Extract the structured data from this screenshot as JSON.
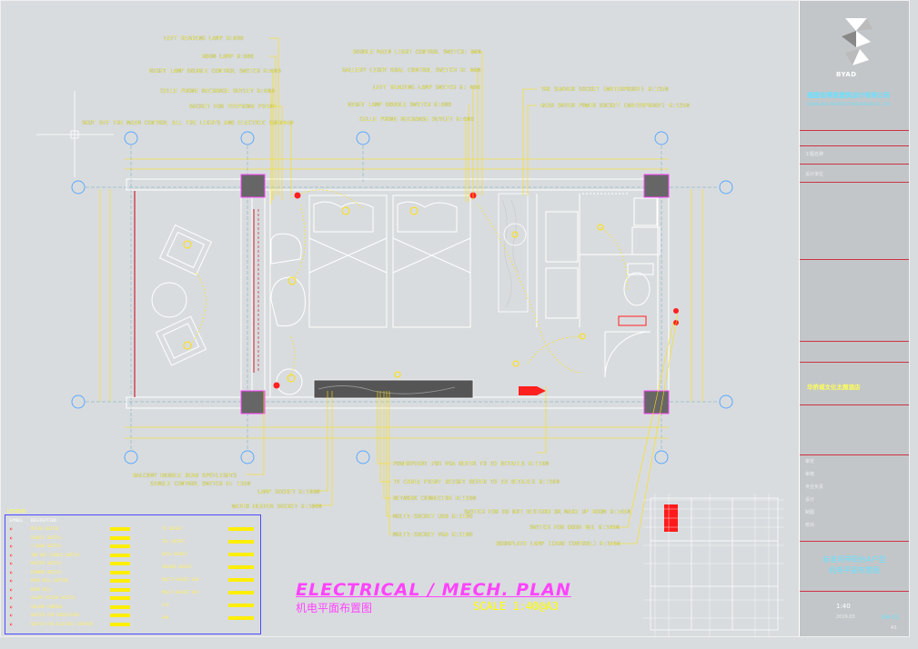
{
  "annotations_left": [
    "LEFT READING LAMP H:600",
    "ROOM LAMP H:600",
    "NIGHT LAMP DOUBLE CONTROL SWITCH H:600",
    "CELLE PHONE RECHARGE OUTLET H:600",
    "SOCKET FOR TEEPHONE POINT",
    "SHUT OFF THE MAIN CONTROL ALL THE LIGHTS AND ELECTRIC CURTAIN"
  ],
  "annotations_mid": [
    "DOUBLE MAIN LIGHT CONTROL SWITCH: 600",
    "GALLERY LIGHT DUAL CONTROL SWITCH H: 600",
    "LEFT READING LAMP SWITCH H: 600",
    "NIGHT LAMP DOUBLE SWITCH H:600",
    "CELLE PHONE RECHARGE OUTLET H:600"
  ],
  "annotations_right": [
    "THE SHAVER SOCKET (WATERPROOF) H:1350",
    "HAIR DRYER POWER SOCKET (WATERPROOF) H:1350"
  ],
  "annotations_bottom_left": [
    "BALCONY DOUBLE HEAD SPOTLIGHTS",
    "SINGLE CONTROL SWITCH H: 1350"
  ],
  "annotations_bottom_lamp": [
    "LAMP SOCKET H:1000",
    "WATER HEATER SOCKET H:1000"
  ],
  "annotations_bottom_mid": [
    "POWERPOINT FOR  VGA  REFER TO ID DETAILS H:1100",
    "TV CABLE POINT HEIGHT  REFER TO ID DETAILS H:1100",
    "NETWORK CONNECTOR H:1100",
    "MULTI-SOCKET USB H:1100",
    "MULTI-SOCKET VGA H:1100"
  ],
  "annotations_bottom_right": [
    "SWITCH FOR DO NOT DISTURB OR MAKE UP ROOM H:1450",
    "SWITCH FOR DOOR BEL  H:1450",
    "DOORPLATE LAMP (CARD CONTROL) H:1450"
  ],
  "plan_title": {
    "en": "ELECTRICAL / MECH. PLAN",
    "cn": "机电平面布置图",
    "scale": "SCALE  1:40@A3"
  },
  "legend": {
    "header": "LEGEND",
    "col_symbol": "SYMBOL",
    "col_desc": "DESCRIPTION",
    "rows": [
      "MICRO SWITCH",
      "SINGLE SWITCH",
      "2 GANG SWITCH",
      "TWO WAY SINGLE SWITCH",
      "MASTER SWITCH",
      "DIMMER SWITCH",
      "DOOR BELL BUTTON",
      "DOOR BELL",
      "ALARM SYSTEM SWITCH",
      "VOLUME CONTROL",
      "SWITCH FOR INDICATING",
      "SWITCH FOR ELECTRIC CURTAIN"
    ],
    "rows_right": [
      "TV SOCKET",
      "TEL SOCKET",
      "DATA SOCKET",
      "SHAVER SOCKET",
      "MULTI-SOCKET USB",
      "MULTI-SOCKET VGA",
      "FCU",
      "SPK"
    ]
  },
  "title_block": {
    "logo": "BYAD",
    "company_cn": "福建省博思建筑设计有限公司",
    "company_en": "FUJIAN BOSI ARCHITECTURE DESIGN CO., LTD",
    "fields": [
      "工程名称",
      "设计单位",
      "审定",
      "审核",
      "专业负责",
      "设计",
      "制图",
      "校对"
    ],
    "project_name": "华侨城文化主题酒店",
    "drawing_title_1": "标准间带阳台A户型",
    "drawing_title_2": "机电平面布置图",
    "scale": "1:40",
    "date": "2019.03",
    "drawing_no": "EM-01",
    "sheet_size": "A3"
  },
  "grid_bubbles_top": [
    "",
    "",
    "",
    "",
    ""
  ],
  "colors": {
    "background": "#d9dcde",
    "wall": "#ffffff",
    "annotation": "#ffff66",
    "accent_magenta": "#ff44ff",
    "leader_line": "#ffe000",
    "socket_red": "#ff2020",
    "grid_blue": "#5aa9ff"
  }
}
